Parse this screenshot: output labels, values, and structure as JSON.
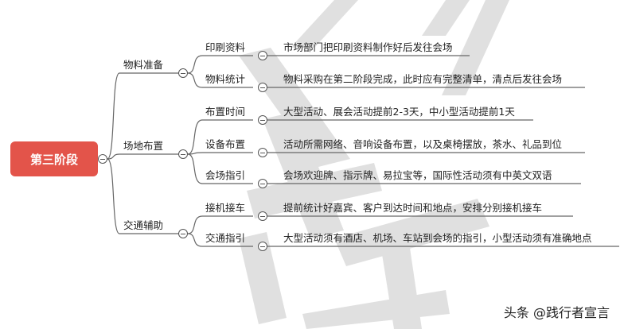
{
  "root": {
    "label": "第三阶段"
  },
  "branches": [
    {
      "label": "物料准备",
      "children": [
        {
          "label": "印刷资料",
          "detail": "市场部门把印刷资料制作好后发往会场"
        },
        {
          "label": "物料统计",
          "detail": "物料采购在第二阶段完成，此时应有完整清单，清点后发往会场"
        }
      ]
    },
    {
      "label": "场地布置",
      "children": [
        {
          "label": "布置时间",
          "detail": "大型活动、展会活动提前2-3天，中小型活动提前1天"
        },
        {
          "label": "设备布置",
          "detail": "活动所需网络、音响设备布置，以及桌椅摆放，茶水、礼品到位"
        },
        {
          "label": "会场指引",
          "detail": "会场欢迎牌、指示牌、易拉宝等，国际性活动须有中英文双语"
        }
      ]
    },
    {
      "label": "交通辅助",
      "children": [
        {
          "label": "接机接车",
          "detail": "提前统计好嘉宾、客户到达时间和地点，安排分别接机接车"
        },
        {
          "label": "交通指引",
          "detail": "大型活动须有酒店、机场、车站到会场的指引，小型活动须有准确地点"
        }
      ]
    }
  ],
  "watermark": "头条 @践行者宣言",
  "colors": {
    "root_bg": "#e3544a",
    "line": "#666666",
    "watermark_shape": "#d6d6d6"
  }
}
